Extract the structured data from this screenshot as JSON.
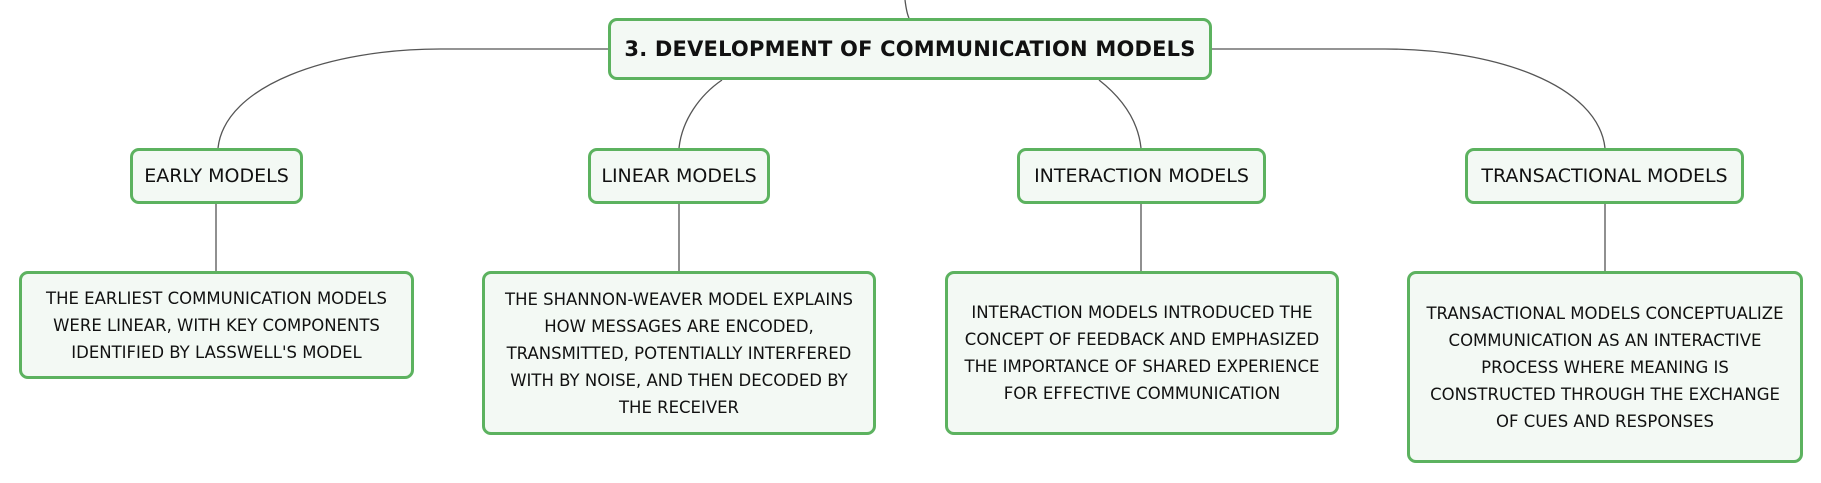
{
  "diagram": {
    "root": {
      "label": "3. DEVELOPMENT OF COMMUNICATION MODELS"
    },
    "branches": [
      {
        "label": "EARLY MODELS",
        "detail": "THE EARLIEST COMMUNICATION MODELS WERE LINEAR, WITH KEY COMPONENTS IDENTIFIED BY LASSWELL'S MODEL"
      },
      {
        "label": "LINEAR MODELS",
        "detail": "THE SHANNON-WEAVER MODEL EXPLAINS HOW MESSAGES ARE ENCODED, TRANSMITTED, POTENTIALLY INTERFERED WITH BY NOISE, AND THEN DECODED BY THE RECEIVER"
      },
      {
        "label": "INTERACTION MODELS",
        "detail": "INTERACTION MODELS INTRODUCED THE CONCEPT OF FEEDBACK AND EMPHASIZED THE IMPORTANCE OF SHARED EXPERIENCE FOR EFFECTIVE COMMUNICATION"
      },
      {
        "label": "TRANSACTIONAL MODELS",
        "detail": "TRANSACTIONAL MODELS CONCEPTUALIZE COMMUNICATION AS AN INTERACTIVE PROCESS WHERE MEANING IS CONSTRUCTED THROUGH THE EXCHANGE OF CUES AND RESPONSES"
      }
    ],
    "colors": {
      "node_border": "#5cb25f",
      "node_fill": "#f3f9f4",
      "connector": "#555555"
    }
  }
}
